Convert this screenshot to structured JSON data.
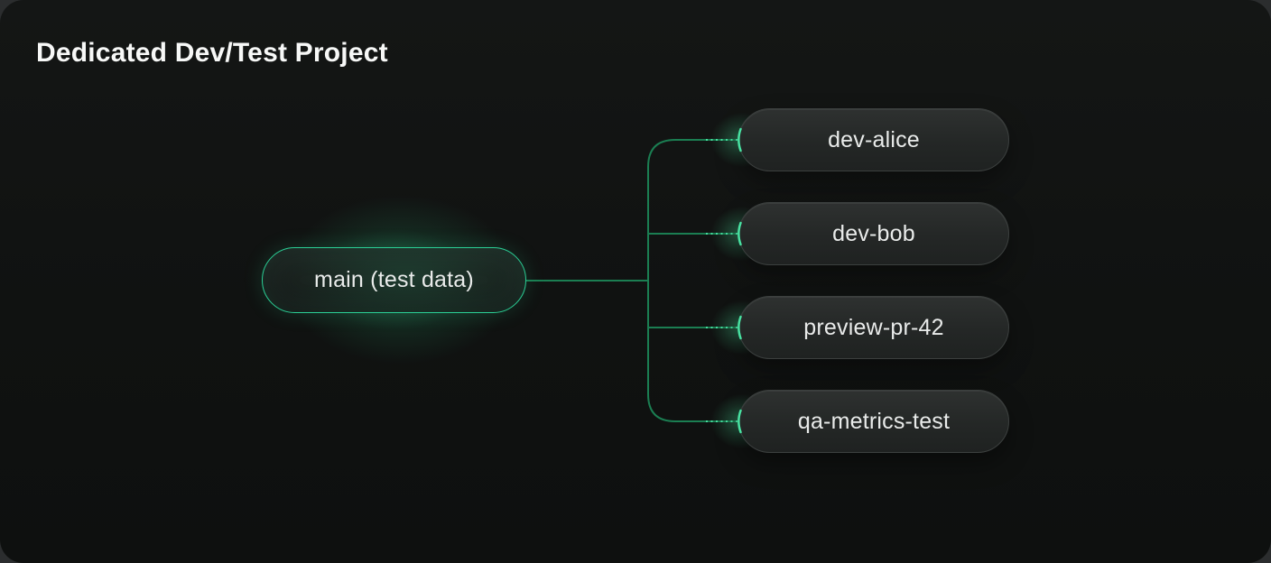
{
  "title": "Dedicated Dev/Test Project",
  "tree": {
    "root": {
      "label": "main (test data)"
    },
    "branches": [
      {
        "label": "dev-alice"
      },
      {
        "label": "dev-bob"
      },
      {
        "label": "preview-pr-42"
      },
      {
        "label": "qa-metrics-test"
      }
    ]
  },
  "colors": {
    "connector_green": "#1b7e52",
    "highlight_green": "#49e2a2",
    "root_border_green": "#2bd096",
    "card_background": "#101211",
    "node_text": "#e9ebea",
    "title_text": "#f7f8f7"
  }
}
